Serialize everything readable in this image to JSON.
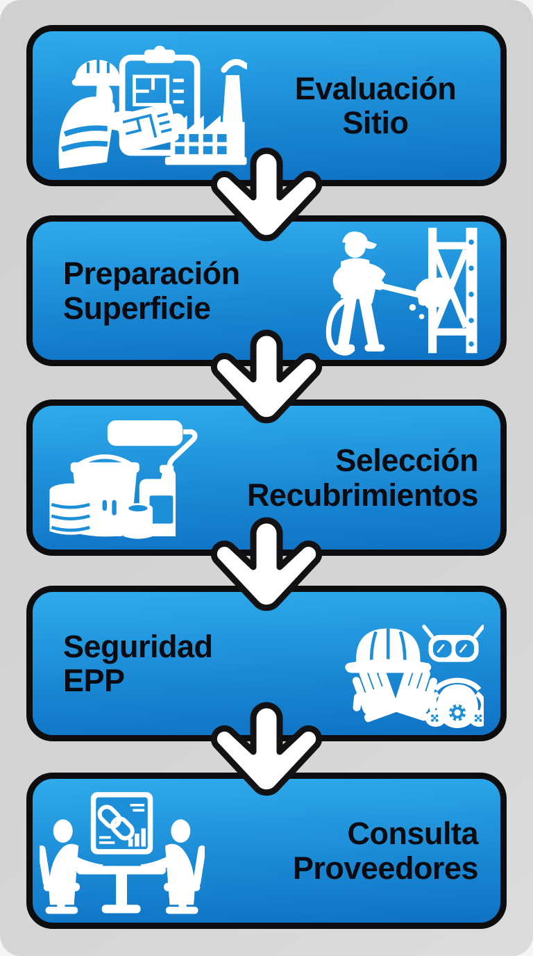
{
  "page": {
    "background_color": "#f4f4f4",
    "card_color": "#d2d2d2",
    "type": "process-flow-infographic",
    "language": "es"
  },
  "flow": {
    "direction": "top-to-bottom",
    "box_style": {
      "gradient_top": "#2fabec",
      "gradient_bottom": "#0f72c4",
      "border_color": "#0d0d0f",
      "text_color": "#0b0b12"
    },
    "arrow": {
      "fill": "#ffffff",
      "outline": "#121214",
      "glyph": "down-arrow",
      "count": 4
    },
    "steps": [
      {
        "id": 1,
        "label_line1": "Evaluación",
        "label_line2": "Sitio",
        "icon": "site-assessment-icon",
        "icon_side": "left"
      },
      {
        "id": 2,
        "label_line1": "Preparación",
        "label_line2": "Superficie",
        "icon": "surface-prep-icon",
        "icon_side": "right"
      },
      {
        "id": 3,
        "label_line1": "Selección",
        "label_line2": "Recubrimientos",
        "icon": "coatings-icon",
        "icon_side": "left"
      },
      {
        "id": 4,
        "label_line1": "Seguridad",
        "label_line2": "EPP",
        "icon": "ppe-icon",
        "icon_side": "right"
      },
      {
        "id": 5,
        "label_line1": "Consulta",
        "label_line2": "Proveedores",
        "icon": "supplier-meeting-icon",
        "icon_side": "left"
      }
    ]
  }
}
